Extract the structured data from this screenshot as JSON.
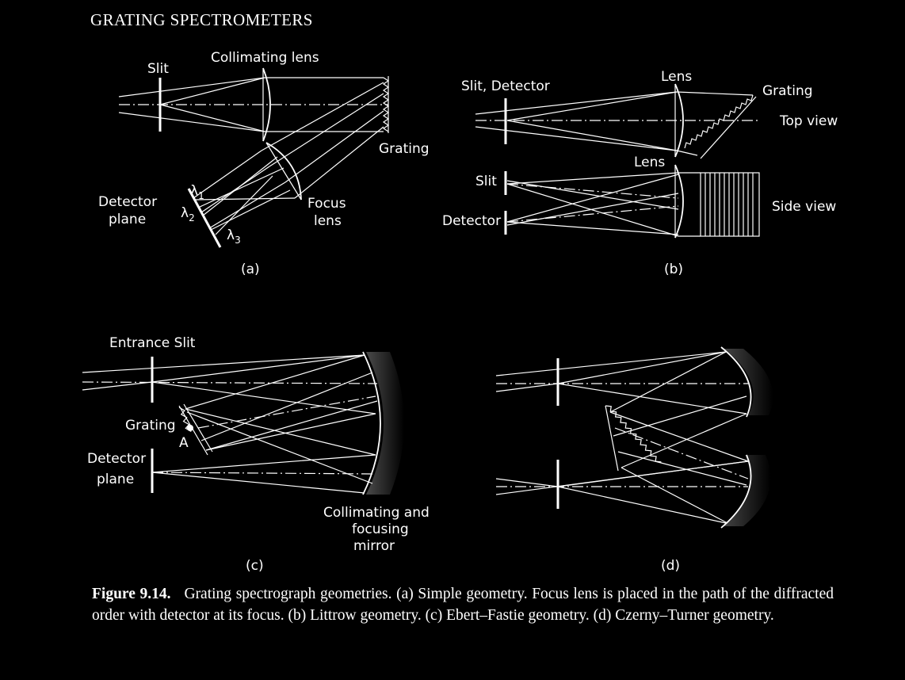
{
  "header": "GRATING SPECTROMETERS",
  "panel_a": {
    "slit": "Slit",
    "collimating_lens": "Collimating lens",
    "grating": "Grating",
    "detector_plane_line1": "Detector",
    "detector_plane_line2": "plane",
    "focus_lens_line1": "Focus",
    "focus_lens_line2": "lens",
    "lambda": "λ",
    "lambda_1_sub": "1",
    "lambda_2_sub": "2",
    "lambda_3_sub": "3",
    "label": "(a)"
  },
  "panel_b": {
    "slit_detector": "Slit, Detector",
    "lens_top": "Lens",
    "grating": "Grating",
    "top_view": "Top view",
    "lens_side": "Lens",
    "slit": "Slit",
    "detector": "Detector",
    "side_view": "Side view",
    "label": "(b)"
  },
  "panel_c": {
    "entrance_slit": "Entrance Slit",
    "grating": "Grating",
    "point_a": "A",
    "detector_plane_line1": "Detector",
    "detector_plane_line2": "plane",
    "mirror_line1": "Collimating and",
    "mirror_line2": "focusing",
    "mirror_line3": "mirror",
    "label": "(c)"
  },
  "panel_d": {
    "label": "(d)"
  },
  "caption": {
    "figure_number": "Figure 9.14.",
    "text": "Grating spectrograph geometries. (a) Simple geometry. Focus lens is placed in the path of the diffracted order with detector at its focus. (b) Littrow geometry. (c) Ebert–Fastie geometry. (d) Czerny–Turner geometry."
  }
}
